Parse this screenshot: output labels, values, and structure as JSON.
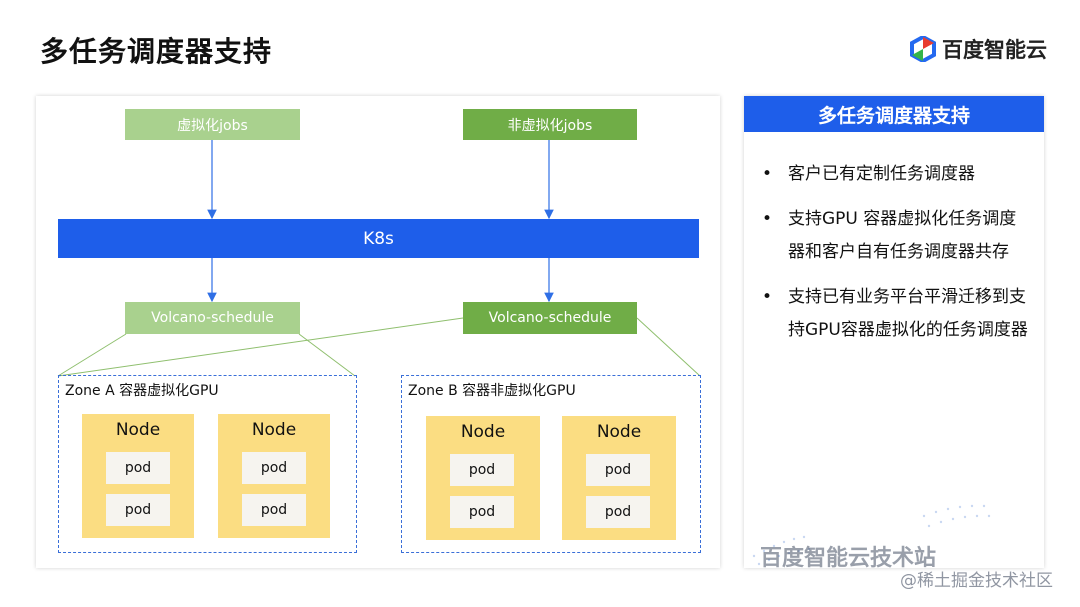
{
  "page": {
    "title": "多任务调度器支持"
  },
  "brand": {
    "name": "百度智能云"
  },
  "diagram": {
    "jobs_virtual": "虚拟化jobs",
    "jobs_nonvirtual": "非虚拟化jobs",
    "k8s": "K8s",
    "volcano_a": "Volcano-schedule",
    "volcano_b": "Volcano-schedule",
    "zone_a": {
      "label": "Zone A 容器虚拟化GPU",
      "nodes": [
        {
          "label": "Node",
          "pods": [
            "pod",
            "pod"
          ]
        },
        {
          "label": "Node",
          "pods": [
            "pod",
            "pod"
          ]
        }
      ]
    },
    "zone_b": {
      "label": "Zone B 容器非虚拟化GPU",
      "nodes": [
        {
          "label": "Node",
          "pods": [
            "pod",
            "pod"
          ]
        },
        {
          "label": "Node",
          "pods": [
            "pod",
            "pod"
          ]
        }
      ]
    }
  },
  "side": {
    "header": "多任务调度器支持",
    "bullets": [
      "客户已有定制任务调度器",
      "支持GPU 容器虚拟化任务调度器和客户自有任务调度器共存",
      "支持已有业务平台平滑迁移到支持GPU容器虚拟化的任务调度器"
    ]
  },
  "watermark": {
    "line1": "百度智能云技术站",
    "line2": "@稀土掘金技术社区"
  },
  "colors": {
    "accent": "#1e5eea",
    "green_light": "#a9d18e",
    "green_dark": "#70ad47",
    "node": "#fbdd82"
  }
}
